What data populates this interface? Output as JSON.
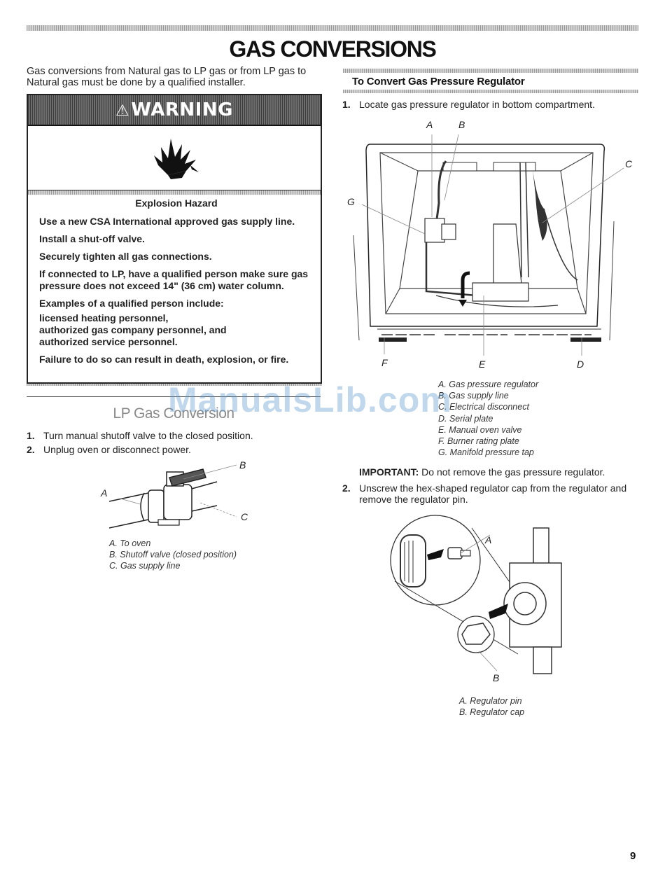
{
  "page": {
    "title": "GAS CONVERSIONS",
    "intro": "Gas conversions from Natural gas to LP gas or from LP gas to Natural gas must be done by a qualified installer.",
    "page_number": "9",
    "watermark": "ManualsLib.com"
  },
  "warning": {
    "symbol": "⚠",
    "title": "WARNING",
    "icon": "explosion-icon",
    "hazard": "Explosion Hazard",
    "lines": [
      "Use a new CSA International approved gas supply line.",
      "Install a shut-off valve.",
      "Securely tighten all gas connections.",
      "If connected to LP, have a qualified person make sure gas pressure does not exceed 14\" (36 cm) water column.",
      "Examples of a qualified person include:",
      "licensed heating personnel,\nauthorized gas company personnel, and\nauthorized service personnel.",
      "Failure to do so can result in death, explosion, or fire."
    ]
  },
  "lp_conversion": {
    "heading": "LP Gas Conversion",
    "steps": [
      {
        "num": "1.",
        "text": "Turn manual shutoff valve to the closed position."
      },
      {
        "num": "2.",
        "text": "Unplug oven or disconnect power."
      }
    ],
    "figure": {
      "labels": {
        "a": "A",
        "b": "B",
        "c": "C"
      },
      "captions": [
        "A. To oven",
        "B. Shutoff valve (closed position)",
        "C. Gas supply line"
      ]
    }
  },
  "regulator": {
    "heading": "To Convert Gas Pressure Regulator",
    "step1": {
      "num": "1.",
      "text": "Locate gas pressure regulator in bottom compartment."
    },
    "figure1": {
      "labels": {
        "a": "A",
        "b": "B",
        "c": "C",
        "d": "D",
        "e": "E",
        "f": "F",
        "g": "G"
      },
      "captions": [
        "A. Gas pressure regulator",
        "B. Gas supply line",
        "C. Electrical disconnect",
        "D. Serial plate",
        "E. Manual oven valve",
        "F. Burner rating plate",
        "G. Manifold pressure tap"
      ]
    },
    "important_label": "IMPORTANT:",
    "important_text": " Do not remove the gas pressure regulator.",
    "step2": {
      "num": "2.",
      "text": "Unscrew the hex-shaped regulator cap from the regulator and remove the regulator pin."
    },
    "figure2": {
      "labels": {
        "a": "A",
        "b": "B"
      },
      "captions": [
        "A. Regulator pin",
        "B. Regulator cap"
      ]
    }
  }
}
